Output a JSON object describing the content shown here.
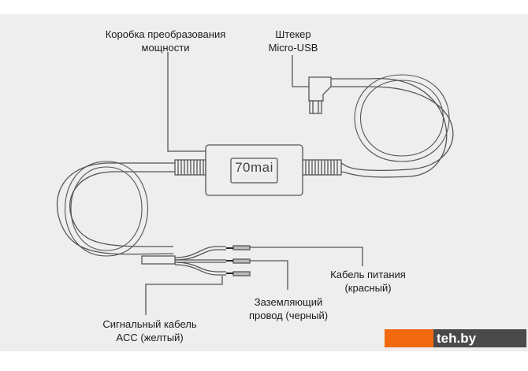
{
  "labels": {
    "converter_box": [
      "Коробка преобразования",
      "мощности"
    ],
    "micro_usb": [
      "Штекер",
      "Micro-USB"
    ],
    "power_cable": [
      "Кабель питания",
      "(красный)"
    ],
    "ground_wire": [
      "Заземляющий",
      "провод (черный)"
    ],
    "acc_cable": [
      "Сигнальный кабель",
      "ACC (желтый)"
    ]
  },
  "device_logo": "70mai",
  "watermark": "teh.by",
  "colors": {
    "background": "#eeeeee",
    "line": "#555555",
    "watermark_orange": "#f26a10",
    "watermark_gray": "#4a4a4a"
  }
}
